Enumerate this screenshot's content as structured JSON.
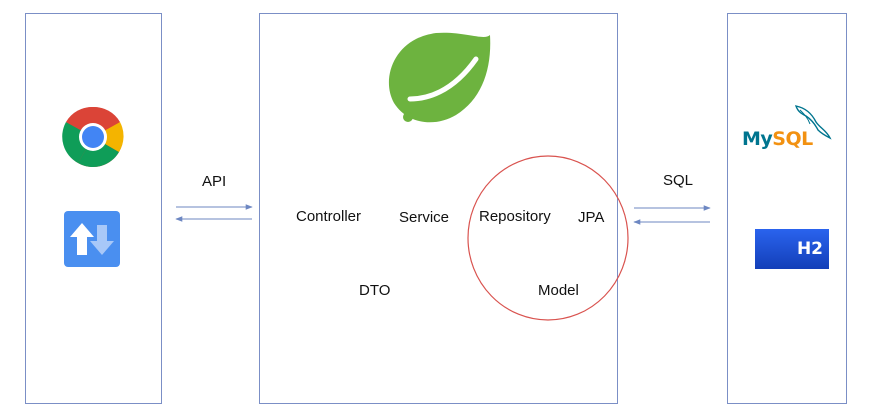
{
  "diagram": {
    "labels": {
      "api": "API",
      "sql": "SQL",
      "controller": "Controller",
      "service": "Service",
      "repository": "Repository",
      "jpa": "JPA",
      "dto": "DTO",
      "model": "Model"
    },
    "logos": {
      "mysql_my": "My",
      "mysql_sql": "SQL",
      "h2": "H2"
    },
    "icons": {
      "client_browser": "chrome-icon",
      "client_tool": "transfer-icon",
      "server_framework": "spring-leaf-icon",
      "database_primary": "mysql-dolphin-icon",
      "database_secondary": "h2-icon"
    },
    "colors": {
      "box_border": "#7b8fc6",
      "arrow": "#6d87c2",
      "highlight_circle": "#d9534f",
      "spring_green": "#6db33f",
      "mysql_blue": "#00758f",
      "mysql_orange": "#f29111",
      "h2_blue": "#1b4fd8",
      "transfer_blue": "#4a8ff0"
    }
  }
}
